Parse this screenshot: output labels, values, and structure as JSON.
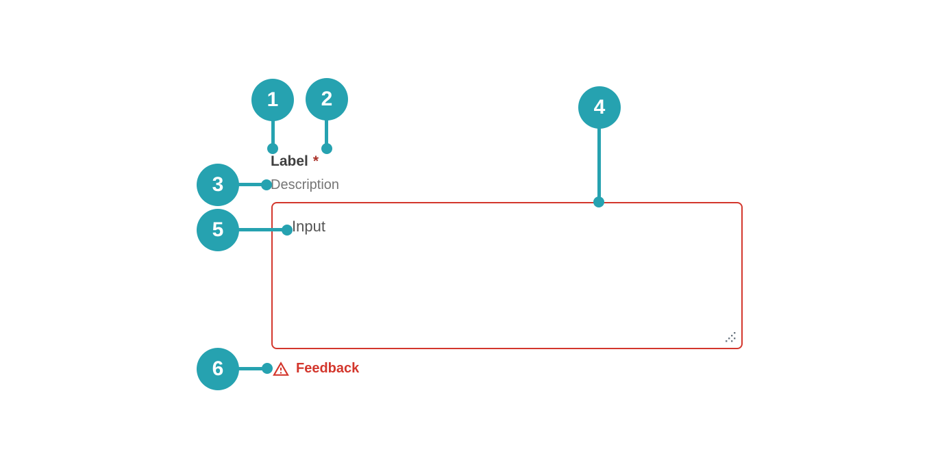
{
  "colors": {
    "accent_teal": "#26a2b0",
    "error_red": "#d3362c",
    "required_asterisk_red": "#ab342b",
    "label_text_gray": "#3f3f3f",
    "description_text_gray": "#757575",
    "input_text_gray": "#545454"
  },
  "callouts": [
    {
      "number": "1"
    },
    {
      "number": "2"
    },
    {
      "number": "3"
    },
    {
      "number": "4"
    },
    {
      "number": "5"
    },
    {
      "number": "6"
    }
  ],
  "field": {
    "label": "Label",
    "required_indicator": "*",
    "description": "Description",
    "input_value": "Input",
    "feedback_text": "Feedback"
  },
  "icons": {
    "feedback": "warning-triangle-icon",
    "resize": "resize-grip-icon"
  }
}
